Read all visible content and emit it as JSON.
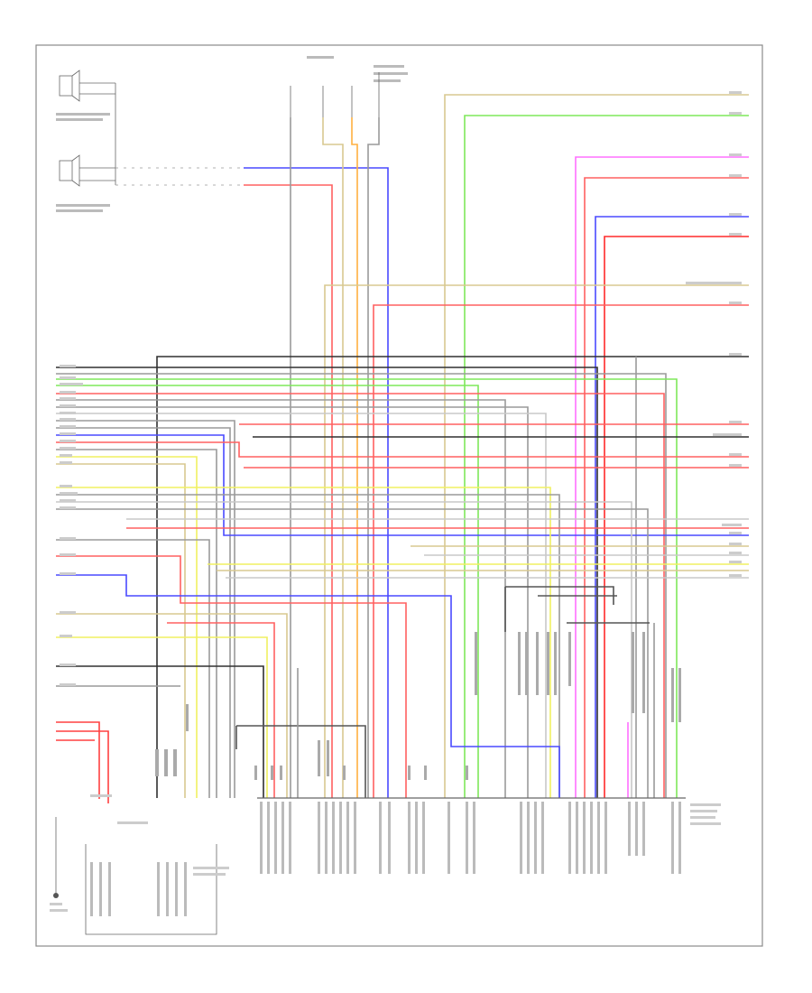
{
  "page_label": "",
  "wire_colors": {
    "black": "#303030",
    "gray": "#9a9a9a",
    "light_gray": "#c8c8c8",
    "green": "#7ee85a",
    "red": "#ff6060",
    "blue": "#4a4aff",
    "yellow": "#f0f060",
    "tan": "#d8c890",
    "orange": "#ffb040",
    "pink": "#ff70ff",
    "brown": "#b89060",
    "dark": "#555555"
  },
  "components": [
    "speaker-top-1",
    "speaker-top-2",
    "fuse-block",
    "ground-point",
    "audio-unit-connector",
    "amplifier-module",
    "connector-right-a",
    "connector-right-b"
  ]
}
